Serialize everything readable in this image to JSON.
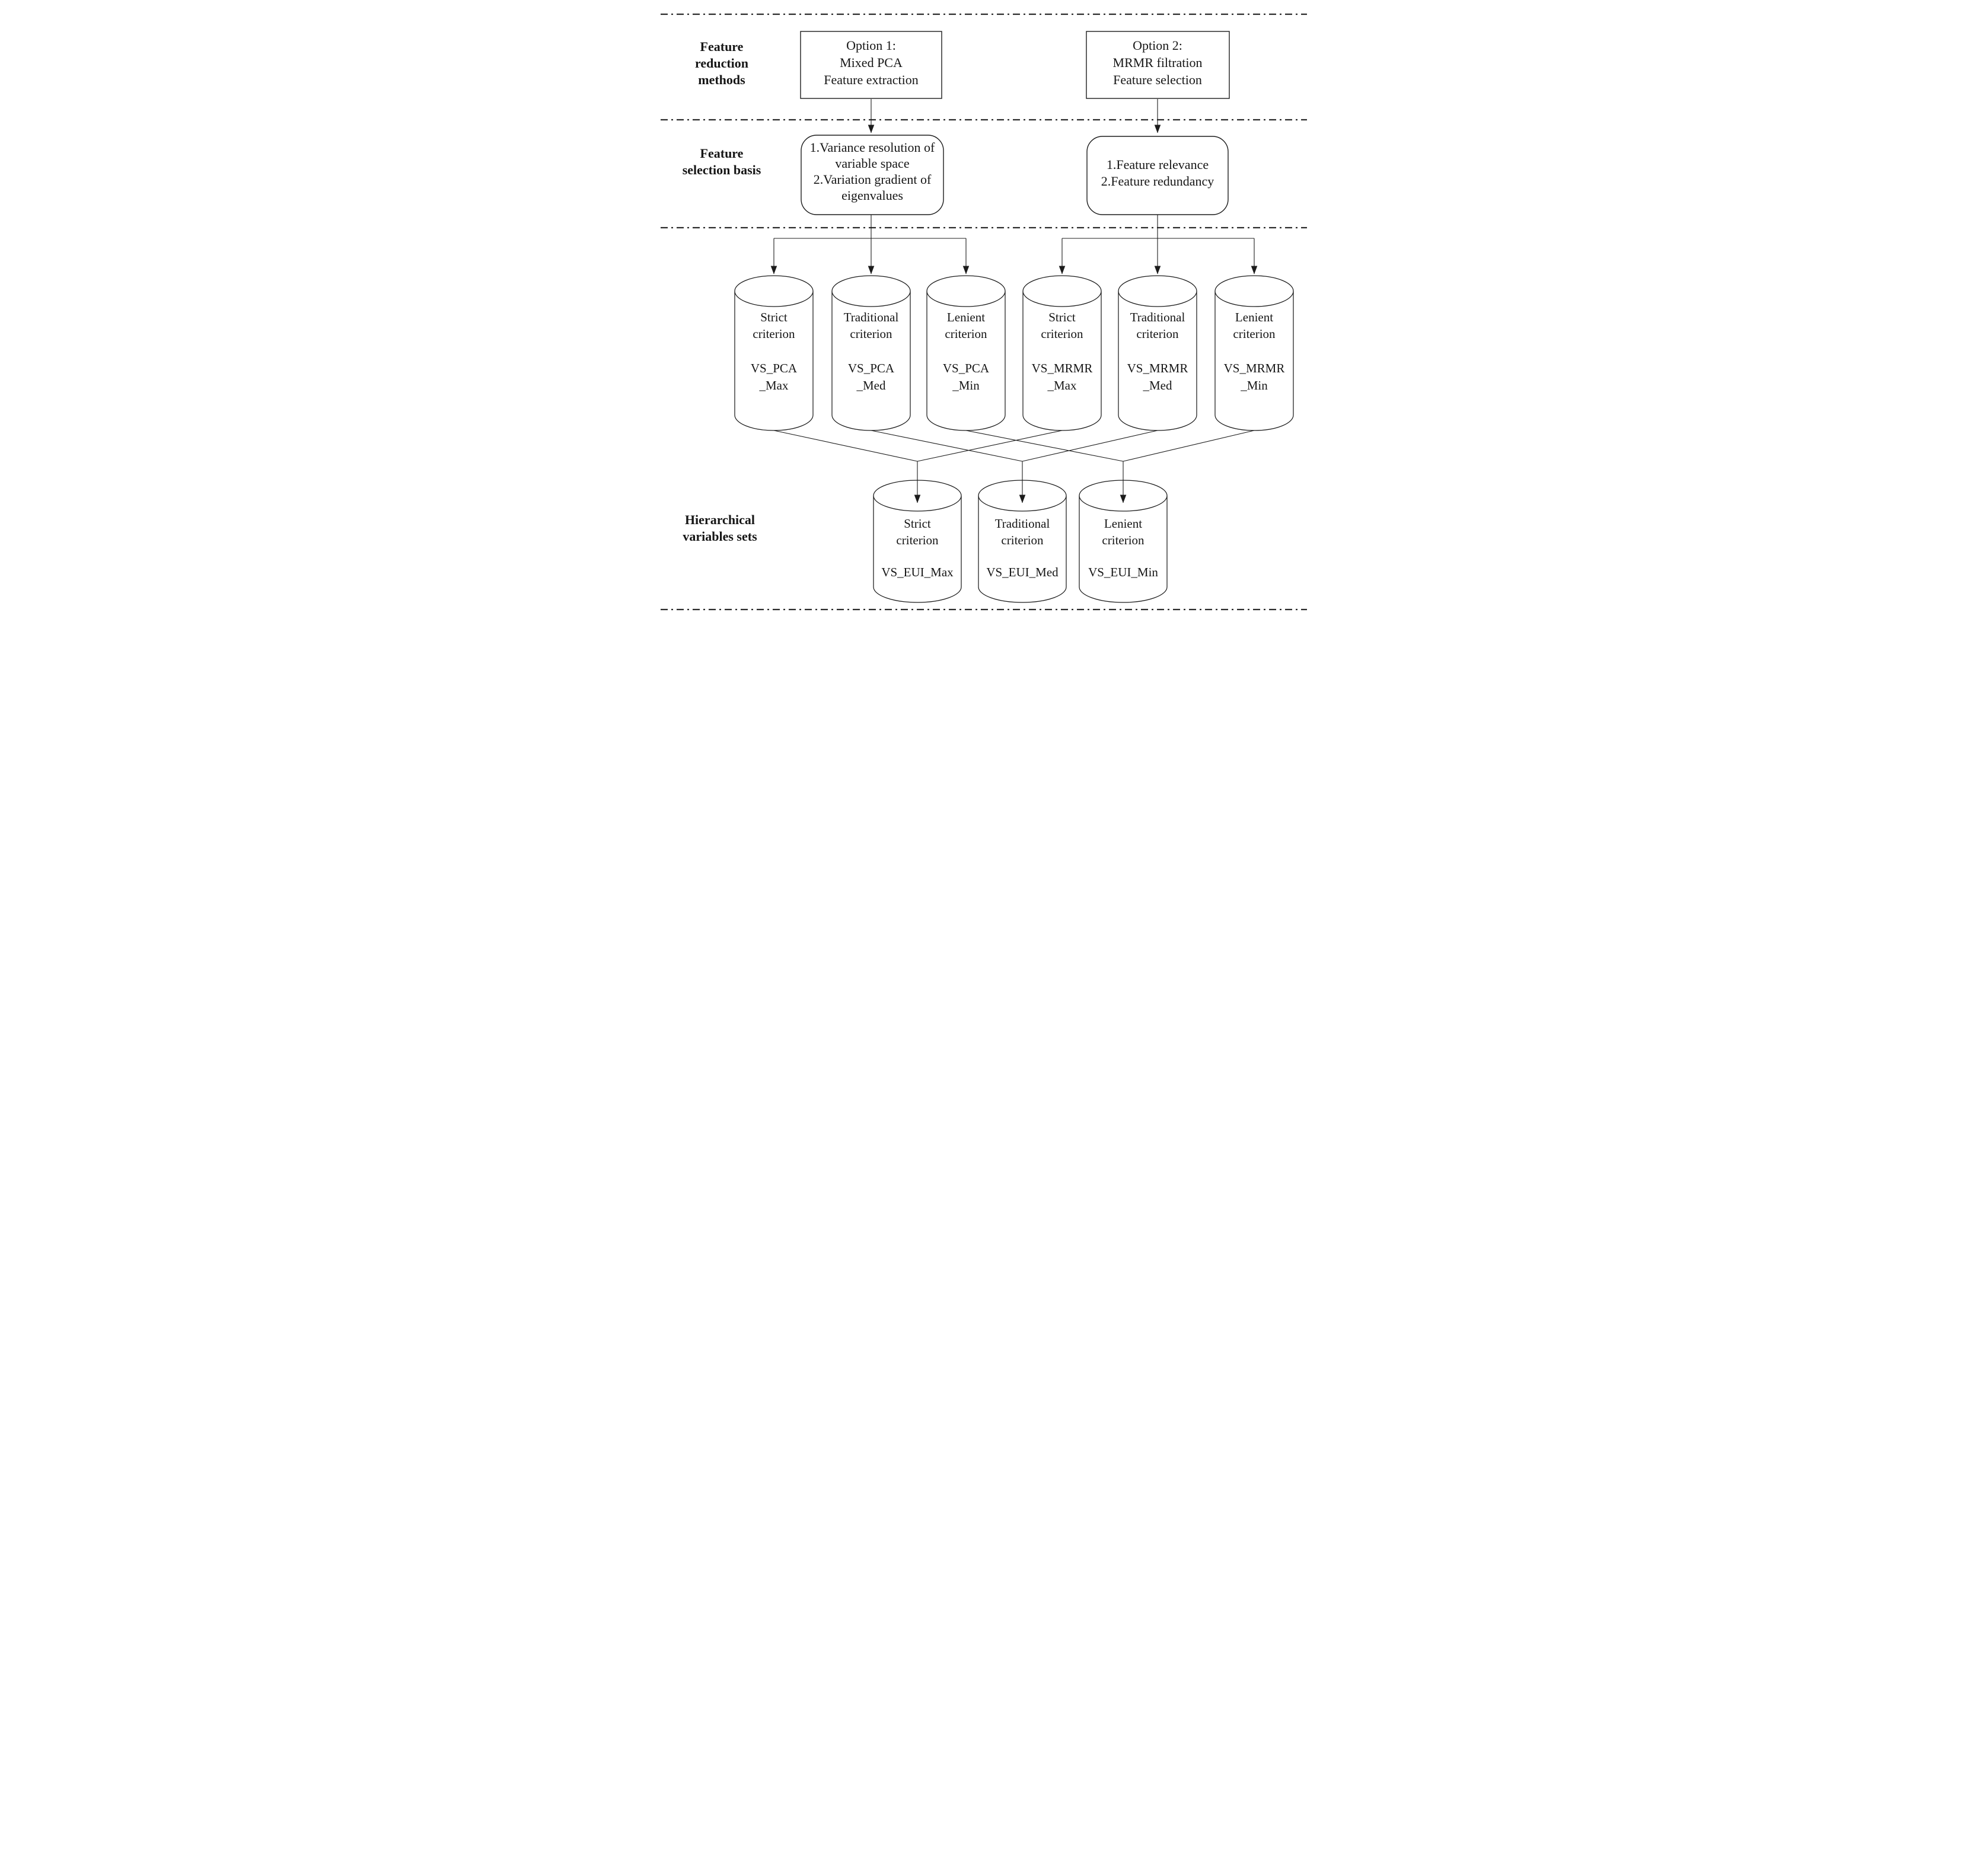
{
  "colors": {
    "accent_blue": "#2273b0",
    "line_black": "#1c1c1c"
  },
  "section_labels": {
    "reduction": {
      "line1": "Feature",
      "line2": "reduction",
      "line3": "methods"
    },
    "basis": {
      "line1": "Feature",
      "line2": "selection basis"
    },
    "hierarchical": {
      "line1": "Hierarchical",
      "line2": "variables sets"
    }
  },
  "option_boxes": {
    "option1": {
      "line1": "Option 1:",
      "line2": "Mixed PCA",
      "line3": "Feature extraction"
    },
    "option2": {
      "line1": "Option 2:",
      "line2": "MRMR filtration",
      "line3": "Feature selection"
    }
  },
  "basis_boxes": {
    "pca": {
      "line1": "1.Variance resolution of",
      "line2": "variable space",
      "line3": "2.Variation gradient of",
      "line4": "eigenvalues"
    },
    "mrmr": {
      "line1": "1.Feature relevance",
      "line2": "2.Feature redundancy"
    }
  },
  "cylinders": [
    {
      "criterion1": "Strict",
      "criterion2": "criterion",
      "set1": "VS_PCA",
      "set2": "_Max"
    },
    {
      "criterion1": "Traditional",
      "criterion2": "criterion",
      "set1": "VS_PCA",
      "set2": "_Med"
    },
    {
      "criterion1": "Lenient",
      "criterion2": "criterion",
      "set1": "VS_PCA",
      "set2": "_Min"
    },
    {
      "criterion1": "Strict",
      "criterion2": "criterion",
      "set1": "VS_MRMR",
      "set2": "_Max"
    },
    {
      "criterion1": "Traditional",
      "criterion2": "criterion",
      "set1": "VS_MRMR",
      "set2": "_Med"
    },
    {
      "criterion1": "Lenient",
      "criterion2": "criterion",
      "set1": "VS_MRMR",
      "set2": "_Min"
    }
  ],
  "merged_cylinders": [
    {
      "criterion1": "Strict",
      "criterion2": "criterion",
      "set": "VS_EUI_Max"
    },
    {
      "criterion1": "Traditional",
      "criterion2": "criterion",
      "set": "VS_EUI_Med"
    },
    {
      "criterion1": "Lenient",
      "criterion2": "criterion",
      "set": "VS_EUI_Min"
    }
  ]
}
